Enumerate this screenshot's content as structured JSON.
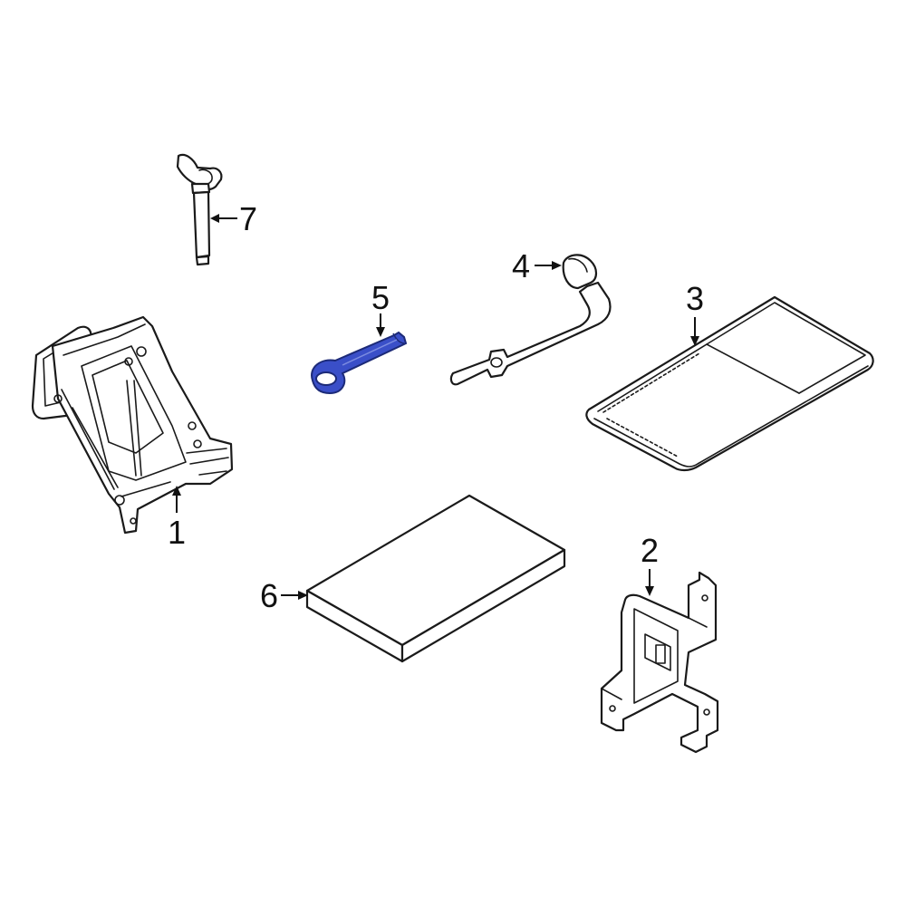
{
  "colors": {
    "line": "#1a1a1a",
    "background": "#ffffff",
    "highlight_fill": "#3a4fc8",
    "highlight_stroke": "#1c2a78"
  },
  "callouts": {
    "c1": "1",
    "c2": "2",
    "c3": "3",
    "c4": "4",
    "c5": "5",
    "c6": "6",
    "c7": "7"
  },
  "highlighted_part": "5"
}
